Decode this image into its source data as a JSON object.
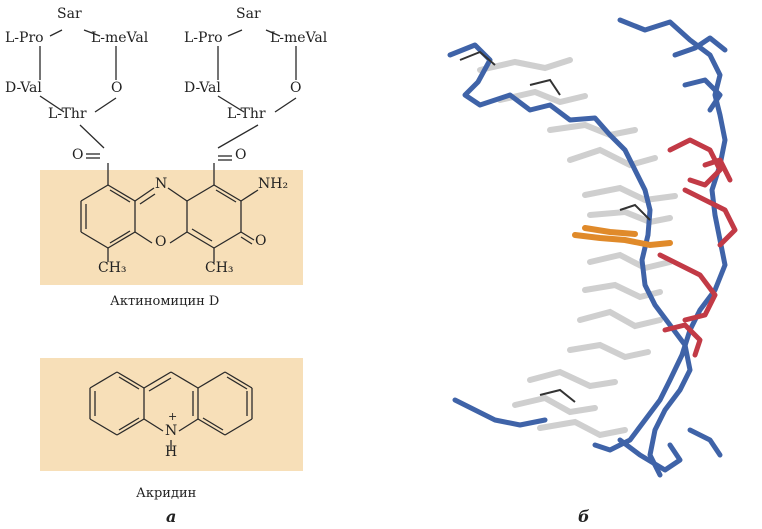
{
  "labels": {
    "sar": "Sar",
    "lpro": "L-Pro",
    "lmeval": "L-meVal",
    "dval": "D-Val",
    "o_ring": "O",
    "lthr": "L-Thr",
    "carbonyl_o": "O",
    "ring_n": "N",
    "ring_o": "O",
    "nh2": "NH₂",
    "keto_o": "O",
    "ch3": "CH₃",
    "acridine_n": "N",
    "acridine_plus": "+",
    "acridine_h": "H"
  },
  "captions": {
    "actinomycin": "Актиномицин D",
    "acridine": "Акридин"
  },
  "panels": {
    "a": "а",
    "b": "б"
  },
  "colors": {
    "highlight": "#f7dfb8",
    "dna_blue": "#3f63a8",
    "dna_gray": "#cfcfcf",
    "protein_red": "#c23a46",
    "intercalator_orange": "#e08a2a"
  }
}
